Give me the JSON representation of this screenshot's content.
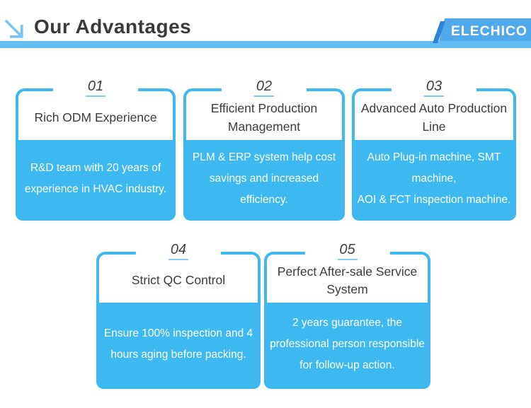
{
  "header": {
    "title": "Our Advantages",
    "logo": {
      "text": "ELECHICO"
    }
  },
  "colors": {
    "accent_blue": "#3db8f0",
    "divider_blue": "#62bef4",
    "logo_blue": "#4fa9ea",
    "logo_stripe_blue": "#2e82d9",
    "arrow_blue": "#79c2f3",
    "number_underline_blue": "#85cbf4",
    "title_text": "#3a3a3a",
    "body_text": "#ffffff"
  },
  "cards": [
    {
      "number": "01",
      "title": "Rich ODM Experience",
      "body": "R&D team with 20 years of experience in HVAC industry."
    },
    {
      "number": "02",
      "title": "Efficient Production Management",
      "body": "PLM & ERP system help cost savings and increased efficiency."
    },
    {
      "number": "03",
      "title": "Advanced Auto Production Line",
      "body": "Auto Plug-in machine, SMT machine,\nAOI & FCT inspection machine."
    },
    {
      "number": "04",
      "title": "Strict QC Control",
      "body": "Ensure 100% inspection and 4 hours aging before packing."
    },
    {
      "number": "05",
      "title": "Perfect After-sale Service System",
      "body": "2 years guarantee, the professional person responsible for follow-up action."
    }
  ]
}
